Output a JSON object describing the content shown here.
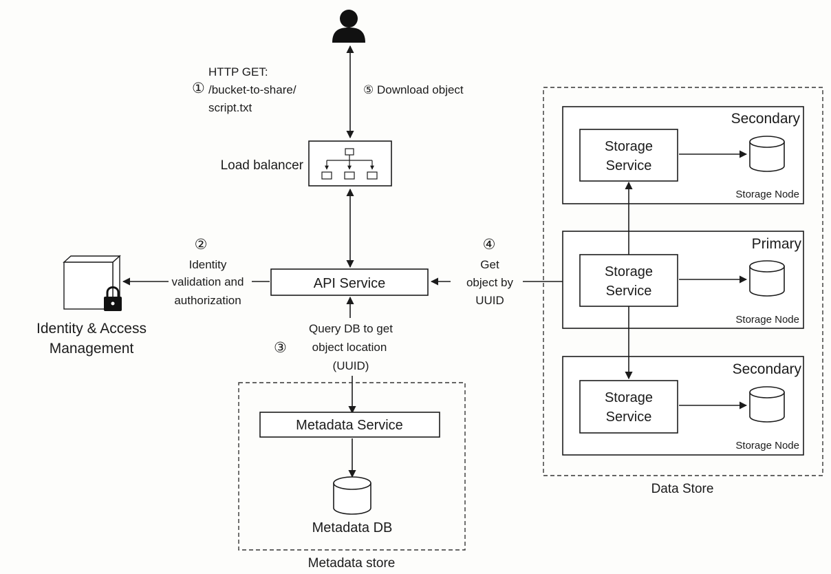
{
  "client": {
    "icon": "user-icon"
  },
  "steps": {
    "step1_marker": "①",
    "step1_method": "HTTP GET:",
    "step1_path_line1": "/bucket-to-share/",
    "step1_path_line2": "script.txt",
    "step5": "⑤ Download object",
    "step2_marker": "②",
    "step2_line1": "Identity",
    "step2_line2": "validation and",
    "step2_line3": "authorization",
    "step3_marker": "③",
    "step3_line1": "Query DB to get",
    "step3_line2": "object location",
    "step3_line3": "(UUID)",
    "step4_marker": "④",
    "step4_line1": "Get",
    "step4_line2": "object by",
    "step4_line3": "UUID"
  },
  "load_balancer": {
    "label": "Load balancer",
    "icon": "load-balancer-icon"
  },
  "api_service": {
    "label": "API Service"
  },
  "iam": {
    "line1": "Identity & Access",
    "line2": "Management",
    "icon": "lock-icon"
  },
  "metadata_store": {
    "label": "Metadata store",
    "service": "Metadata Service",
    "db": "Metadata DB"
  },
  "data_store": {
    "label": "Data Store",
    "nodes": [
      {
        "role": "Secondary",
        "service_line1": "Storage",
        "service_line2": "Service",
        "node_label": "Storage Node"
      },
      {
        "role": "Primary",
        "service_line1": "Storage",
        "service_line2": "Service",
        "node_label": "Storage Node"
      },
      {
        "role": "Secondary",
        "service_line1": "Storage",
        "service_line2": "Service",
        "node_label": "Storage Node"
      }
    ]
  }
}
